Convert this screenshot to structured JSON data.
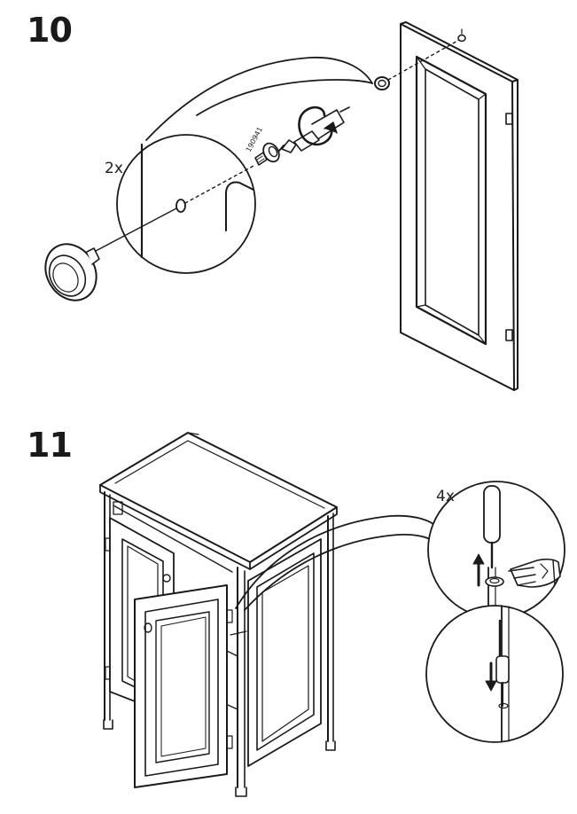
{
  "steps": [
    {
      "number": "10",
      "quantity": "2x",
      "part_number": "190941"
    },
    {
      "number": "11",
      "quantity": "4x"
    }
  ],
  "icons": [
    "screwdriver-icon",
    "rotate-arrow-icon",
    "push-finger-icon",
    "arrow-up-icon",
    "arrow-down-icon"
  ]
}
